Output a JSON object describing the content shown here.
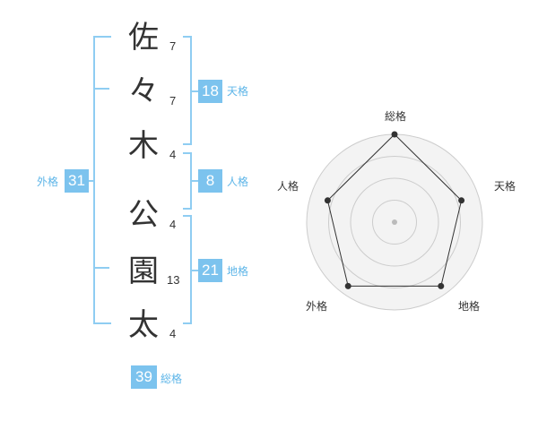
{
  "name_chars": [
    {
      "char": "佐",
      "strokes": "7"
    },
    {
      "char": "々",
      "strokes": "7"
    },
    {
      "char": "木",
      "strokes": "4"
    },
    {
      "char": "公",
      "strokes": "4"
    },
    {
      "char": "園",
      "strokes": "13"
    },
    {
      "char": "太",
      "strokes": "4"
    }
  ],
  "kakusu": {
    "tenkaku": {
      "value": "18",
      "label": "天格"
    },
    "jinkaku": {
      "value": "8",
      "label": "人格"
    },
    "chikaku": {
      "value": "21",
      "label": "地格"
    },
    "gaikaku": {
      "value": "31",
      "label": "外格"
    },
    "soukaku": {
      "value": "39",
      "label": "総格"
    }
  },
  "radar": {
    "labels": [
      "総格",
      "天格",
      "地格",
      "外格",
      "人格"
    ],
    "levels": 4,
    "values": [
      1.0,
      0.8,
      0.9,
      0.9,
      0.8
    ],
    "colors": {
      "ring": "#cccccc",
      "fill": "#f3f3f3",
      "line": "#333333",
      "dot": "#333333",
      "center": "#bbbbbb"
    }
  },
  "colors": {
    "accent": "#7cc3ee",
    "bracket": "#8fcdf2",
    "badge_text": "#ffffff",
    "label_text": "#5db5e8"
  }
}
